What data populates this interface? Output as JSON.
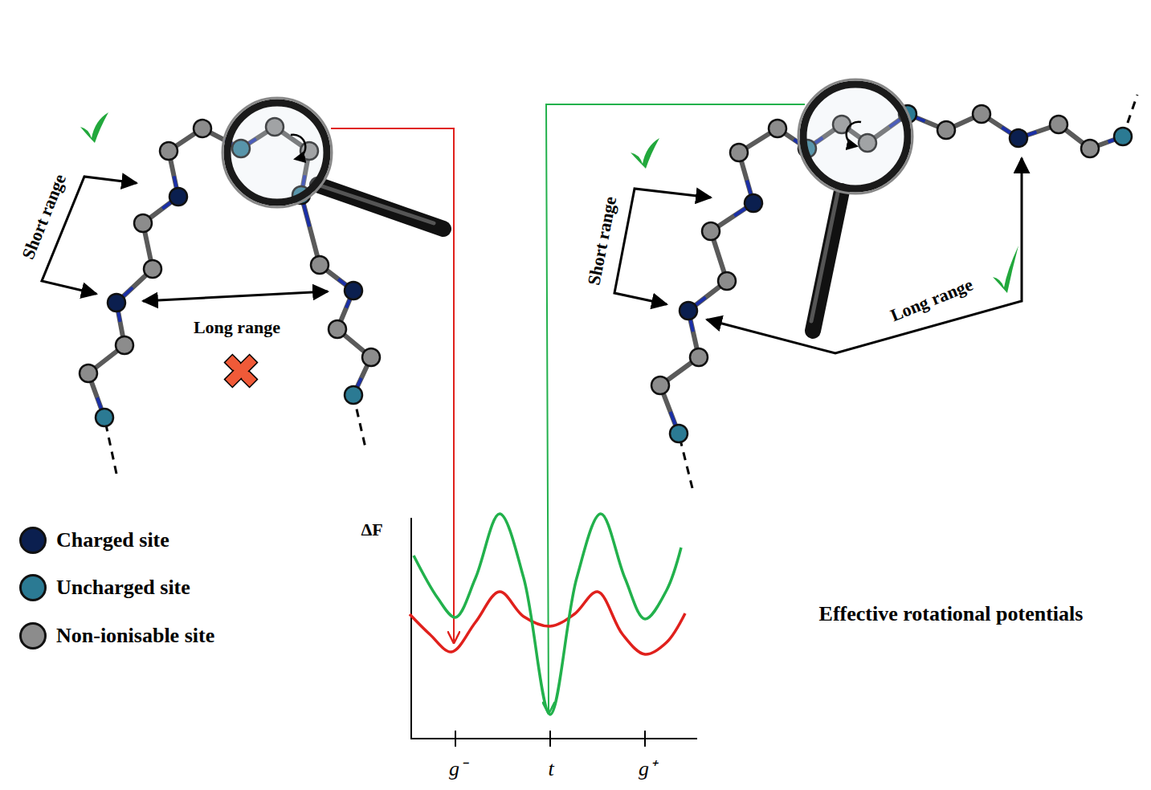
{
  "diagram": {
    "labels": [
      "Short range",
      "Long range",
      "Short range",
      "Long range",
      "ΔF",
      "g⁻",
      "t",
      "g⁺",
      "Effective rotational potentials"
    ],
    "legend": [
      {
        "text": "Charged site",
        "color": "#0b1f4f"
      },
      {
        "text": "Uncharged site",
        "color": "#2b7a93"
      },
      {
        "text": "Non-ionisable site",
        "color": "#8c8c8c"
      }
    ]
  }
}
